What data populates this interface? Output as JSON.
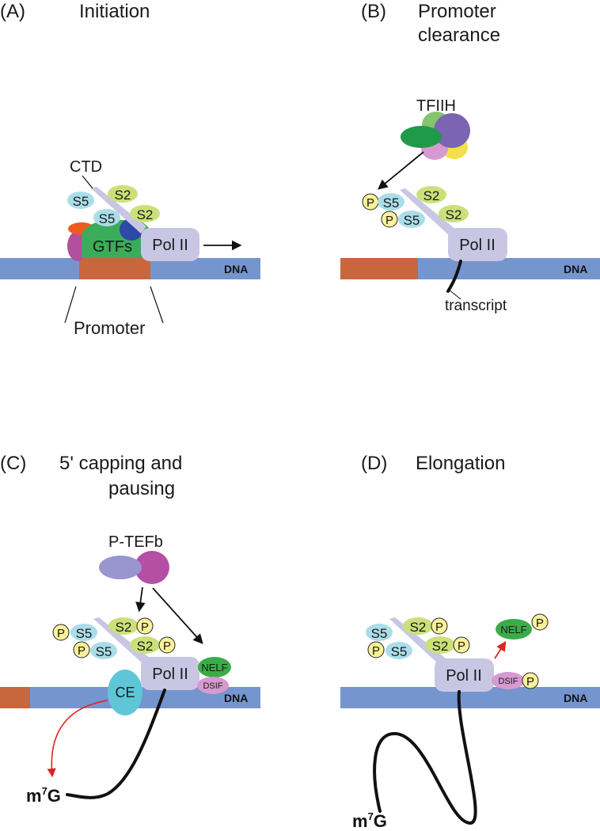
{
  "colors": {
    "dna": "#7595cf",
    "promoter": "#c8673c",
    "pol2": "#c9c6e4",
    "ctd": "#c9c6e4",
    "s5": "#a9dde9",
    "s2": "#cbe07a",
    "phos": "#fbf19a",
    "gtfs": "#3aac5a",
    "nelf": "#3aac48",
    "dsif": "#d79ad0",
    "ce": "#5ec6d7",
    "tfiih_green_dark": "#1f9a48",
    "tfiih_green_light": "#86c46e",
    "tfiih_purple": "#7a64b3",
    "tfiih_pink": "#d79ad0",
    "tfiih_yellow": "#f4df4a",
    "ptefb_lavender": "#9895cf",
    "ptefb_magenta": "#b54fa3",
    "red_arrow": "#e0231c",
    "transcript": "#111111"
  },
  "panels": {
    "a": {
      "letter": "(A)",
      "title": "Initiation",
      "ctd_label": "CTD",
      "gtfs_label": "GTFs",
      "promoter_label": "Promoter"
    },
    "b": {
      "letter": "(B)",
      "title_line1": "Promoter",
      "title_line2": "clearance",
      "tfiih_label": "TFIIH",
      "transcript_label": "transcript"
    },
    "c": {
      "letter": "(C)",
      "title_line1": "5' capping and",
      "title_line2": "pausing",
      "ptefb_label": "P-TEFb",
      "ce_label": "CE",
      "nelf_label": "NELF",
      "dsif_label": "DSIF",
      "m7g_base": "m",
      "m7g_sup": "7",
      "m7g_g": "G"
    },
    "d": {
      "letter": "(D)",
      "title": "Elongation",
      "nelf_label": "NELF",
      "dsif_label": "DSIF",
      "m7g_base": "m",
      "m7g_sup": "7",
      "m7g_g": "G"
    }
  },
  "common": {
    "pol2_label": "Pol II",
    "dna_label": "DNA",
    "s5_label": "S5",
    "s2_label": "S2",
    "p_label": "P"
  }
}
